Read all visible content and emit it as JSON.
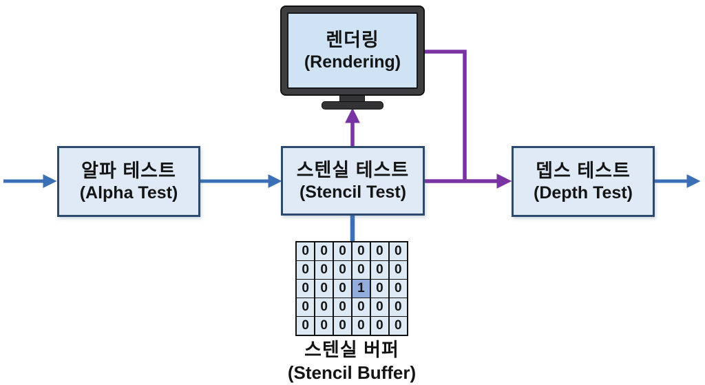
{
  "colors": {
    "arrow_blue": "#3b70b7",
    "arrow_purple": "#7a33a3",
    "box_fill": "#dfeaf6",
    "box_border": "#2c4a6e",
    "monitor_frame": "#3e3e40",
    "monitor_screen": "#cfe3f4",
    "stand": "#333335",
    "grid_cell": "#dde9f5",
    "grid_highlight": "#92acdb",
    "text": "#141414"
  },
  "nodes": {
    "rendering": {
      "title_ko": "렌더링",
      "title_en": "(Rendering)"
    },
    "alpha_test": {
      "title_ko": "알파 테스트",
      "title_en": "(Alpha Test)"
    },
    "stencil_test": {
      "title_ko": "스텐실 테스트",
      "title_en": "(Stencil Test)"
    },
    "depth_test": {
      "title_ko": "뎁스 테스트",
      "title_en": "(Depth Test)"
    }
  },
  "stencil_buffer": {
    "label_ko": "스텐실 버퍼",
    "label_en": "(Stencil Buffer)",
    "grid": [
      [
        0,
        0,
        0,
        0,
        0,
        0
      ],
      [
        0,
        0,
        0,
        0,
        0,
        0
      ],
      [
        0,
        0,
        0,
        1,
        0,
        0
      ],
      [
        0,
        0,
        0,
        0,
        0,
        0
      ],
      [
        0,
        0,
        0,
        0,
        0,
        0
      ]
    ],
    "highlight": {
      "row": 2,
      "col": 3
    }
  }
}
